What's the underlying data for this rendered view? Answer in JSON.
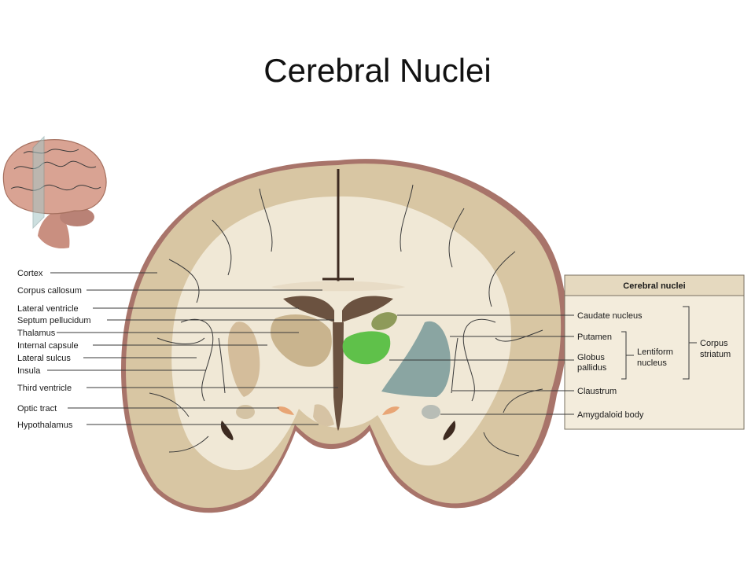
{
  "title": "Cerebral Nuclei",
  "labels_left": {
    "cortex": "Cortex",
    "corpus_callosum": "Corpus callosum",
    "lateral_ventricle": "Lateral ventricle",
    "septum_pellucidum": "Septum pellucidum",
    "thalamus": "Thalamus",
    "internal_capsule": "Internal capsule",
    "lateral_sulcus": "Lateral sulcus",
    "insula": "Insula",
    "third_ventricle": "Third ventricle",
    "optic_tract": "Optic tract",
    "hypothalamus": "Hypothalamus"
  },
  "legend_box": {
    "header": "Cerebral nuclei",
    "caudate_nucleus": "Caudate nucleus",
    "putamen": "Putamen",
    "globus": "Globus",
    "pallidus": "pallidus",
    "lentiform": "Lentiform",
    "nucleus": "nucleus",
    "corpus": "Corpus",
    "striatum": "striatum",
    "claustrum": "Claustrum",
    "amygdaloid_body": "Amygdaloid body"
  },
  "colors": {
    "meninges": "#a8746a",
    "gray_matter": "#d8c6a3",
    "white_matter": "#f0e8d6",
    "ventricle": "#6b5240",
    "caudate": "#8e9a5a",
    "globus_pallidus": "#5fc14a",
    "putamen": "#8aa5a2",
    "legend_bg": "#f3ecdc"
  }
}
